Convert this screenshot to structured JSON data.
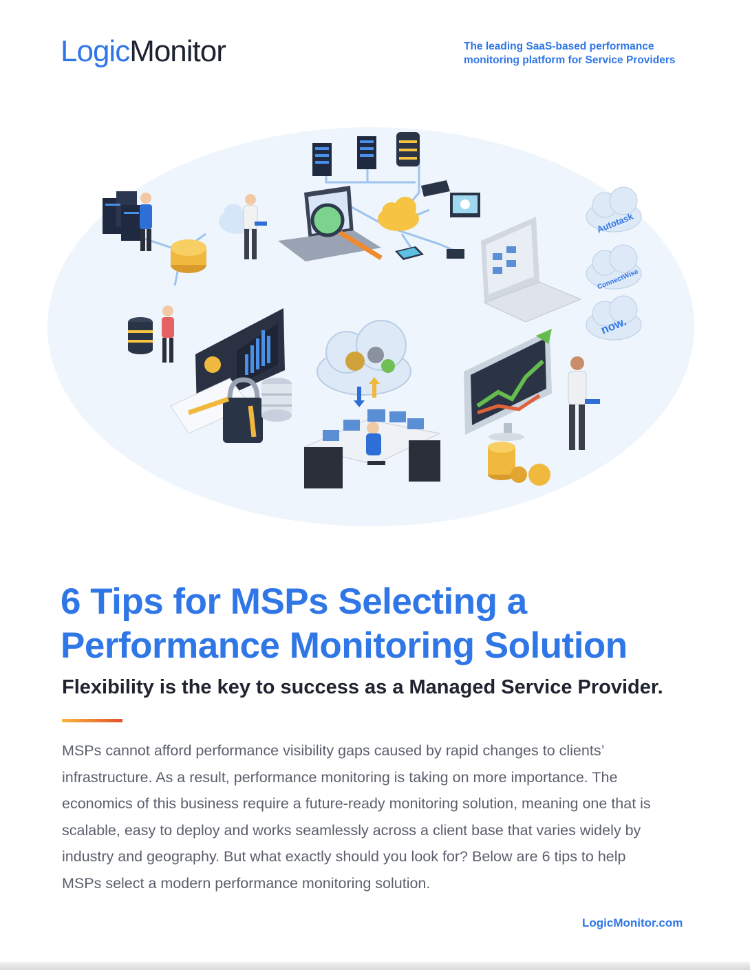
{
  "header": {
    "logo_part1": "Logic",
    "logo_part2": "Monitor",
    "tagline_line1": "The leading SaaS-based performance",
    "tagline_line2": "monitoring platform for Service Providers"
  },
  "illustration": {
    "cloud_labels": [
      "Autotask",
      "ConnectWise",
      "now."
    ]
  },
  "title": {
    "line1": "6 Tips for MSPs Selecting a",
    "line2": "Performance Monitoring Solution"
  },
  "subtitle": "Flexibility is the key to success as a Managed Service Provider.",
  "body": "MSPs cannot afford performance visibility gaps caused by rapid changes to clients’ infrastructure. As a result, performance monitoring is taking on more importance. The economics of this business require a future-ready monitoring solution, meaning one that is scalable, easy to deploy and works seamlessly across a client base that varies widely by industry and geography. But what exactly should you look for? Below are 6 tips to help MSPs select a modern performance monitoring solution.",
  "footer": {
    "link": "LogicMonitor.com"
  },
  "colors": {
    "brand_blue": "#2f76e6",
    "dark_text": "#202430",
    "body_text": "#5a5f6b",
    "accent_gradient_start": "#f6b73c",
    "accent_gradient_end": "#e4512b"
  }
}
